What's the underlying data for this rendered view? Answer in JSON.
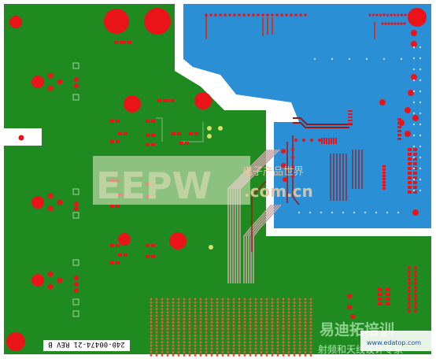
{
  "board": {
    "silkscreen_label": "240-00474-21 REV B",
    "colors": {
      "copper_green": "#1f8a1f",
      "copper_blue": "#2b8fd6",
      "pad_red": "#e8141a",
      "clearance_white": "#ffffff"
    }
  },
  "watermarks": {
    "eepw_logo": "EEPW",
    "eepw_slogan": "电子产品世界",
    "eepw_domain": ".com.cn",
    "corner_brand": "易迪拓培训",
    "corner_slogan": "射频和天线设计专家",
    "corner_site": "www.edatop.com"
  }
}
